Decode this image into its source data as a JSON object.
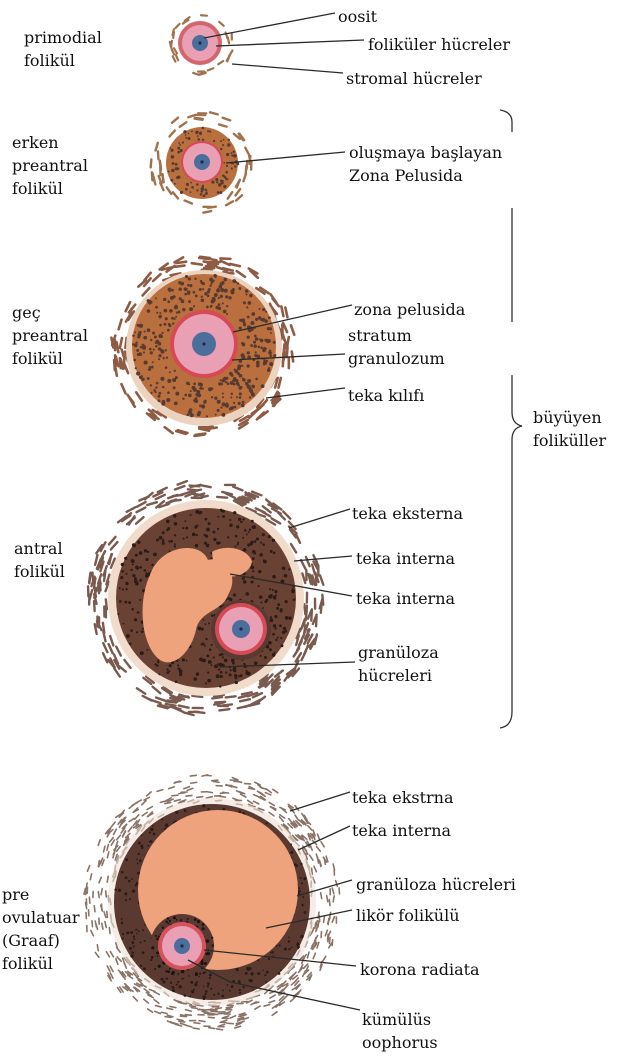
{
  "stages": [
    {
      "id": "primordial",
      "name_lines": [
        "primodial",
        "folikül"
      ],
      "callouts": [
        {
          "id": "oosit",
          "lines": [
            "oosit"
          ]
        },
        {
          "id": "folikuler-hucreler",
          "lines": [
            "foliküler hücreler"
          ]
        },
        {
          "id": "stromal-hucreler",
          "lines": [
            "stromal hücreler"
          ]
        }
      ]
    },
    {
      "id": "early-preantral",
      "name_lines": [
        "erken",
        "preantral",
        "folikül"
      ],
      "callouts": [
        {
          "id": "zona-forming",
          "lines": [
            "oluşmaya başlayan",
            "Zona Pelusida"
          ]
        }
      ]
    },
    {
      "id": "late-preantral",
      "name_lines": [
        "geç",
        "preantral",
        "folikül"
      ],
      "callouts": [
        {
          "id": "zona-pelusida",
          "lines": [
            "zona pelusida"
          ]
        },
        {
          "id": "stratum-granulozum",
          "lines": [
            "stratum",
            "granulozum"
          ]
        },
        {
          "id": "teka-kilifi",
          "lines": [
            "teka kılıfı"
          ]
        }
      ]
    },
    {
      "id": "antral",
      "name_lines": [
        "antral",
        "folikül"
      ],
      "callouts": [
        {
          "id": "teka-eksterna",
          "lines": [
            "teka eksterna"
          ]
        },
        {
          "id": "teka-interna-1",
          "lines": [
            "teka interna"
          ]
        },
        {
          "id": "teka-interna-2",
          "lines": [
            "teka interna"
          ]
        },
        {
          "id": "granuloza-hucreleri",
          "lines": [
            "granüloza",
            "hücreleri"
          ]
        }
      ]
    },
    {
      "id": "preovulatory",
      "name_lines": [
        "pre",
        "ovulatuar",
        "(Graaf)",
        "folikül"
      ],
      "callouts": [
        {
          "id": "teka-ekstrna",
          "lines": [
            "teka ekstrna"
          ]
        },
        {
          "id": "teka-interna-3",
          "lines": [
            "teka interna"
          ]
        },
        {
          "id": "granuloza-hucreleri-2",
          "lines": [
            "granüloza hücreleri"
          ]
        },
        {
          "id": "likor-folikulu",
          "lines": [
            "likör folikülü"
          ]
        },
        {
          "id": "korona-radiata",
          "lines": [
            "korona radiata"
          ]
        },
        {
          "id": "kumulus-oophorus",
          "lines": [
            "kümülüs",
            "oophorus"
          ]
        }
      ]
    }
  ],
  "bracket": {
    "name_lines": [
      "büyüyen",
      "foliküller"
    ]
  },
  "colors": {
    "oocyte": "#e9a0b4",
    "nucleus": "#4b6e9c",
    "zona": "#d54a55",
    "granulosa": "#b9703e",
    "granulosa_dark": "#5a3a30",
    "antrum": "#eea37c",
    "theca": "#c7845f",
    "stroma_dash": "#a0724e",
    "line": "#2a2a2a"
  }
}
